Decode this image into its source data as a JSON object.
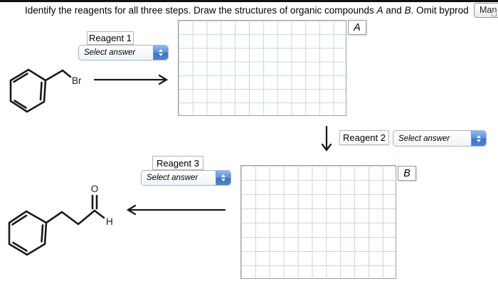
{
  "header": {
    "title_seg1": "Identify the reagents for all three steps. Draw the structures of organic compounds ",
    "title_a": "A",
    "title_seg2": " and ",
    "title_b": "B",
    "title_seg3": ". Omit byprod",
    "map_button": "Map"
  },
  "steps": {
    "reagent1": {
      "label": "Reagent 1",
      "selected": "Select answer"
    },
    "reagent2": {
      "label": "Reagent 2",
      "selected": "Select answer"
    },
    "reagent3": {
      "label": "Reagent 3",
      "selected": "Select answer"
    }
  },
  "drawing_boxes": {
    "a_label": "A",
    "b_label": "B"
  },
  "molecules": {
    "benzyl_bromide": {
      "br_label": "Br"
    },
    "phenylpropanal": {
      "o_label": "O",
      "h_label": "H"
    }
  },
  "colors": {
    "grid_line": "#c6d6e8",
    "grid_border": "#98a2ac",
    "dropdown_accent": "#4a82d6",
    "top_bar": "#101010"
  }
}
